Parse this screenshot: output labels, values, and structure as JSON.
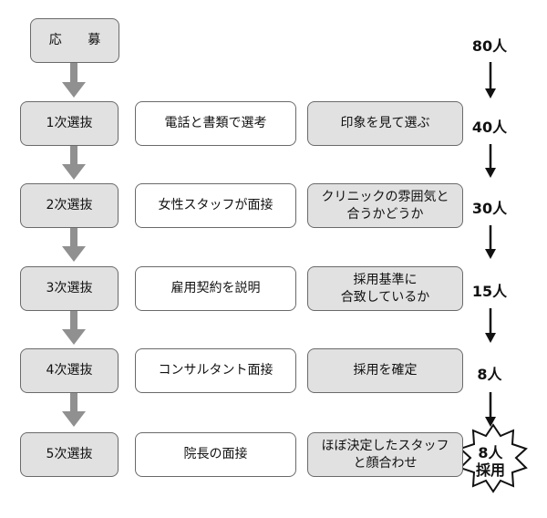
{
  "apply": {
    "label": "応 募",
    "count": "80人"
  },
  "stages": [
    {
      "stage": "1次選抜",
      "method": "電話と書類で選考",
      "criterion": "印象を見て選ぶ",
      "count": "40人"
    },
    {
      "stage": "2次選抜",
      "method": "女性スタッフが面接",
      "criterion": "クリニックの雰囲気と\n合うかどうか",
      "count": "30人"
    },
    {
      "stage": "3次選抜",
      "method": "雇用契約を説明",
      "criterion": "採用基準に\n合致しているか",
      "count": "15人"
    },
    {
      "stage": "4次選抜",
      "method": "コンサルタント面接",
      "criterion": "採用を確定",
      "count": "8人"
    },
    {
      "stage": "5次選抜",
      "method": "院長の面接",
      "criterion": "ほぼ決定したスタッフ\nと顔合わせ"
    }
  ],
  "final": {
    "line1": "8人",
    "line2": "採用"
  },
  "colors": {
    "box_fill_grey": "#e1e1e1",
    "arrow_grey": "#909090",
    "border": "#6a6a6a"
  }
}
